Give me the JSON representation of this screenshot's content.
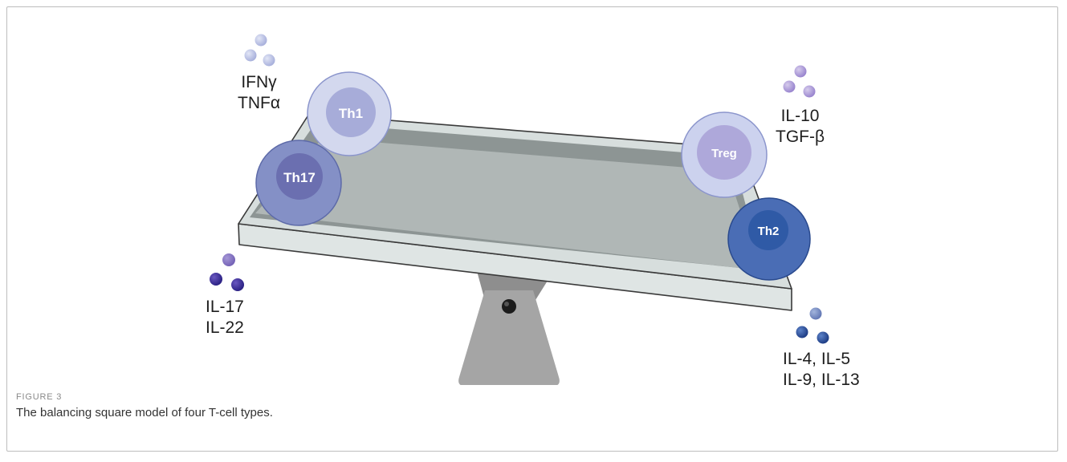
{
  "cells": {
    "th1": "Th1",
    "th17": "Th17",
    "treg": "Treg",
    "th2": "Th2"
  },
  "cytokines": {
    "th1_line1": "IFNγ",
    "th1_line2": "TNFα",
    "treg_line1": "IL-10",
    "treg_line2": "TGF-β",
    "th17_line1": "IL-17",
    "th17_line2": "IL-22",
    "th2_line1": "IL-4, IL-5",
    "th2_line2": "IL-9, IL-13"
  },
  "figure": {
    "label": "FIGURE 3",
    "caption": "The balancing square model of four T-cell types."
  },
  "colors": {
    "tray_rim": "#d7dedd",
    "tray_floor": "#b0b7b6",
    "stand": "#a5a5a5",
    "th1": "#d3d8ee",
    "th17": "#8490c6",
    "treg": "#ccd2ee",
    "th2": "#4a6db5"
  }
}
